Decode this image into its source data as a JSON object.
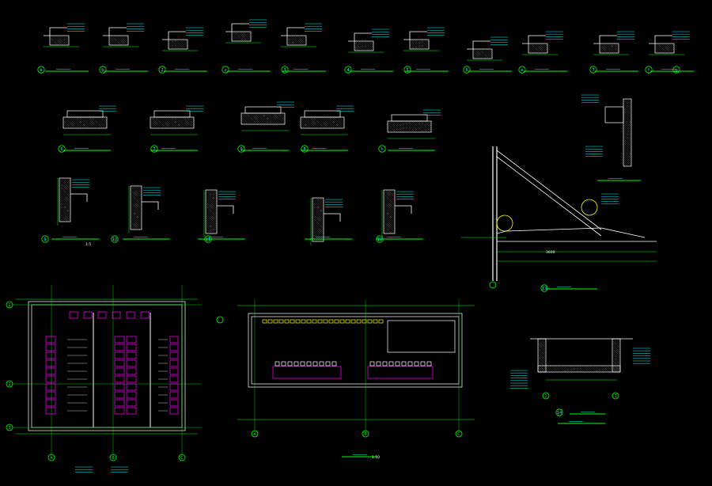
{
  "colors": {
    "background": "#000000",
    "linework": "#ffffff",
    "hatch": "#9a9a9a",
    "dimension": "#00ff00",
    "annotation": "#00ffff",
    "fixtures": "#ff00ff",
    "highlight": "#ffff00",
    "structure": "#ff3030"
  },
  "callouts": {
    "row1": [
      "a",
      "b",
      "2",
      "c",
      "3",
      "4",
      "5",
      "6",
      "e",
      "7",
      "f",
      "g"
    ],
    "row2": [
      "6",
      "7",
      "9",
      "8",
      "h"
    ],
    "row3": [
      "9",
      "10",
      "11",
      "12"
    ],
    "right": [
      "13",
      "14"
    ]
  },
  "grid_axes": {
    "toilet_plan": [
      "1",
      "2",
      "3",
      "A",
      "B",
      "C"
    ],
    "room_plan": [
      "A",
      "B",
      "C"
    ],
    "pit_plan": [
      "1",
      "2"
    ]
  },
  "legible_texts": {
    "scale_1_5": "1:5",
    "dim_3600": "3600",
    "scale_1_50": "1:50"
  }
}
